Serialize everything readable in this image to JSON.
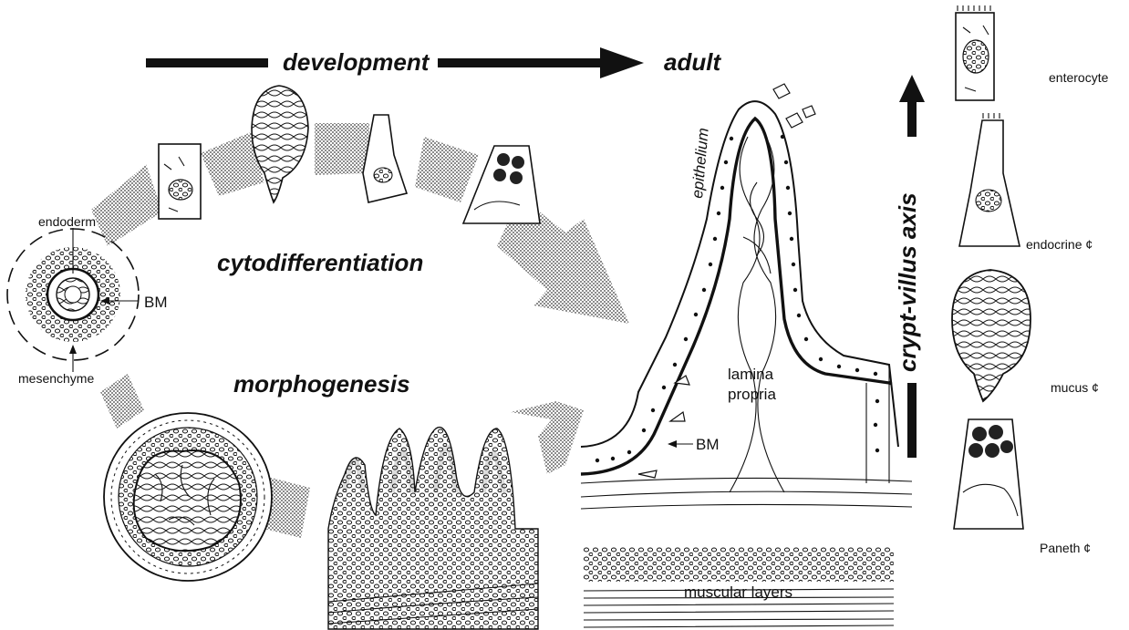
{
  "labels": {
    "development": "development",
    "adult": "adult",
    "cytodifferentiation": "cytodifferentiation",
    "morphogenesis": "morphogenesis",
    "endoderm": "endoderm",
    "bm_left": "BM",
    "mesenchyme": "mesenchyme",
    "epithelium": "epithelium",
    "lamina_propria_1": "lamina",
    "lamina_propria_2": "propria",
    "bm_villus": "BM",
    "muscular_layers": "muscular layers",
    "axis": "crypt-villus axis",
    "enterocyte": "enterocyte",
    "endocrine": "endocrine ¢",
    "mucus": "mucus ¢",
    "paneth": "Paneth ¢"
  },
  "colors": {
    "ink": "#111111",
    "hatch": "#9a9a9a",
    "background": "#ffffff"
  }
}
